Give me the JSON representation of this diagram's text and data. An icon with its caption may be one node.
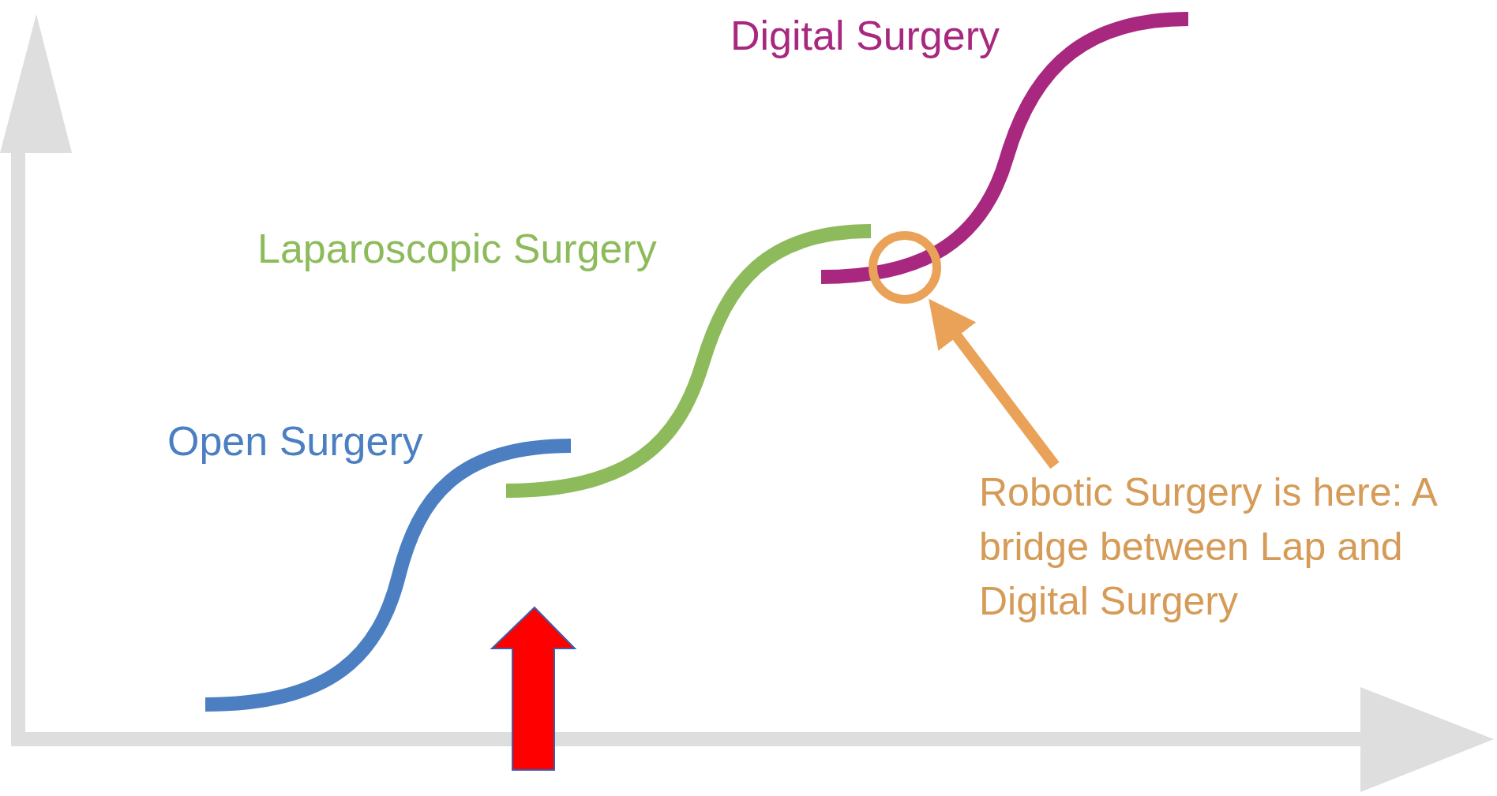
{
  "diagram": {
    "nodes": [
      {
        "text": [
          "Robotic Surgery is here: A bridge between Lap and Digital Surgery"
        ]
      },
      {
        "text": [],
        "shape": "circle"
      }
    ],
    "edges": [
      {
        "from": 0,
        "to": 1,
        "arrow": "to"
      }
    ],
    "labels": [
      "Digital Surgery",
      "Laparoscopic Surgery",
      "Open Surgery"
    ]
  }
}
